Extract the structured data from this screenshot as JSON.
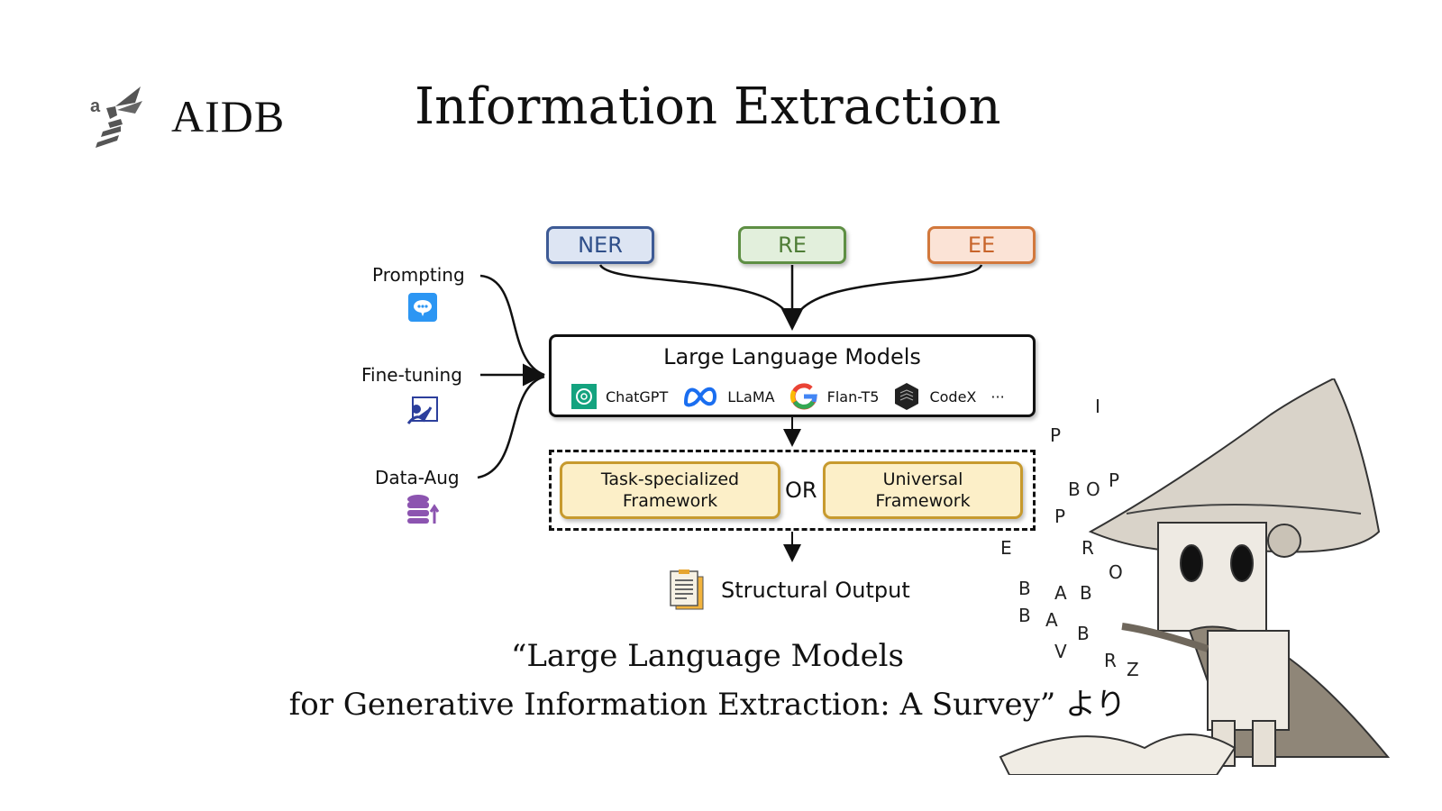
{
  "header": {
    "brand": "AIDB",
    "brand_icon": "bee-logo-icon",
    "title": "Information Extraction"
  },
  "diagram": {
    "tasks": [
      {
        "label": "NER",
        "color": "#2f4f8a",
        "fill": "#dde5f3"
      },
      {
        "label": "RE",
        "color": "#4e7d36",
        "fill": "#e2efdc"
      },
      {
        "label": "EE",
        "color": "#c8642a",
        "fill": "#fbe3d6"
      }
    ],
    "methods": [
      {
        "label": "Prompting",
        "icon": "chat-bubble-icon"
      },
      {
        "label": "Fine-tuning",
        "icon": "teacher-board-icon"
      },
      {
        "label": "Data-Aug",
        "icon": "database-up-icon"
      }
    ],
    "llm": {
      "title": "Large Language Models",
      "models": [
        {
          "label": "ChatGPT",
          "icon": "openai-icon"
        },
        {
          "label": "LLaMA",
          "icon": "meta-icon"
        },
        {
          "label": "Flan-T5",
          "icon": "google-icon"
        },
        {
          "label": "CodeX",
          "icon": "codex-icon"
        }
      ],
      "more": "···"
    },
    "frameworks": {
      "left": "Task-specialized Framework",
      "left_lines": [
        "Task-specialized",
        "Framework"
      ],
      "or": "OR",
      "right_lines": [
        "Universal",
        "Framework"
      ]
    },
    "output": {
      "label": "Structural Output",
      "icon": "document-stack-icon"
    }
  },
  "citation": {
    "line1": "“Large Language Models",
    "line2": "for Generative Information Extraction: A Survey” より"
  },
  "illustration": {
    "description": "robot-wizard-icon"
  }
}
